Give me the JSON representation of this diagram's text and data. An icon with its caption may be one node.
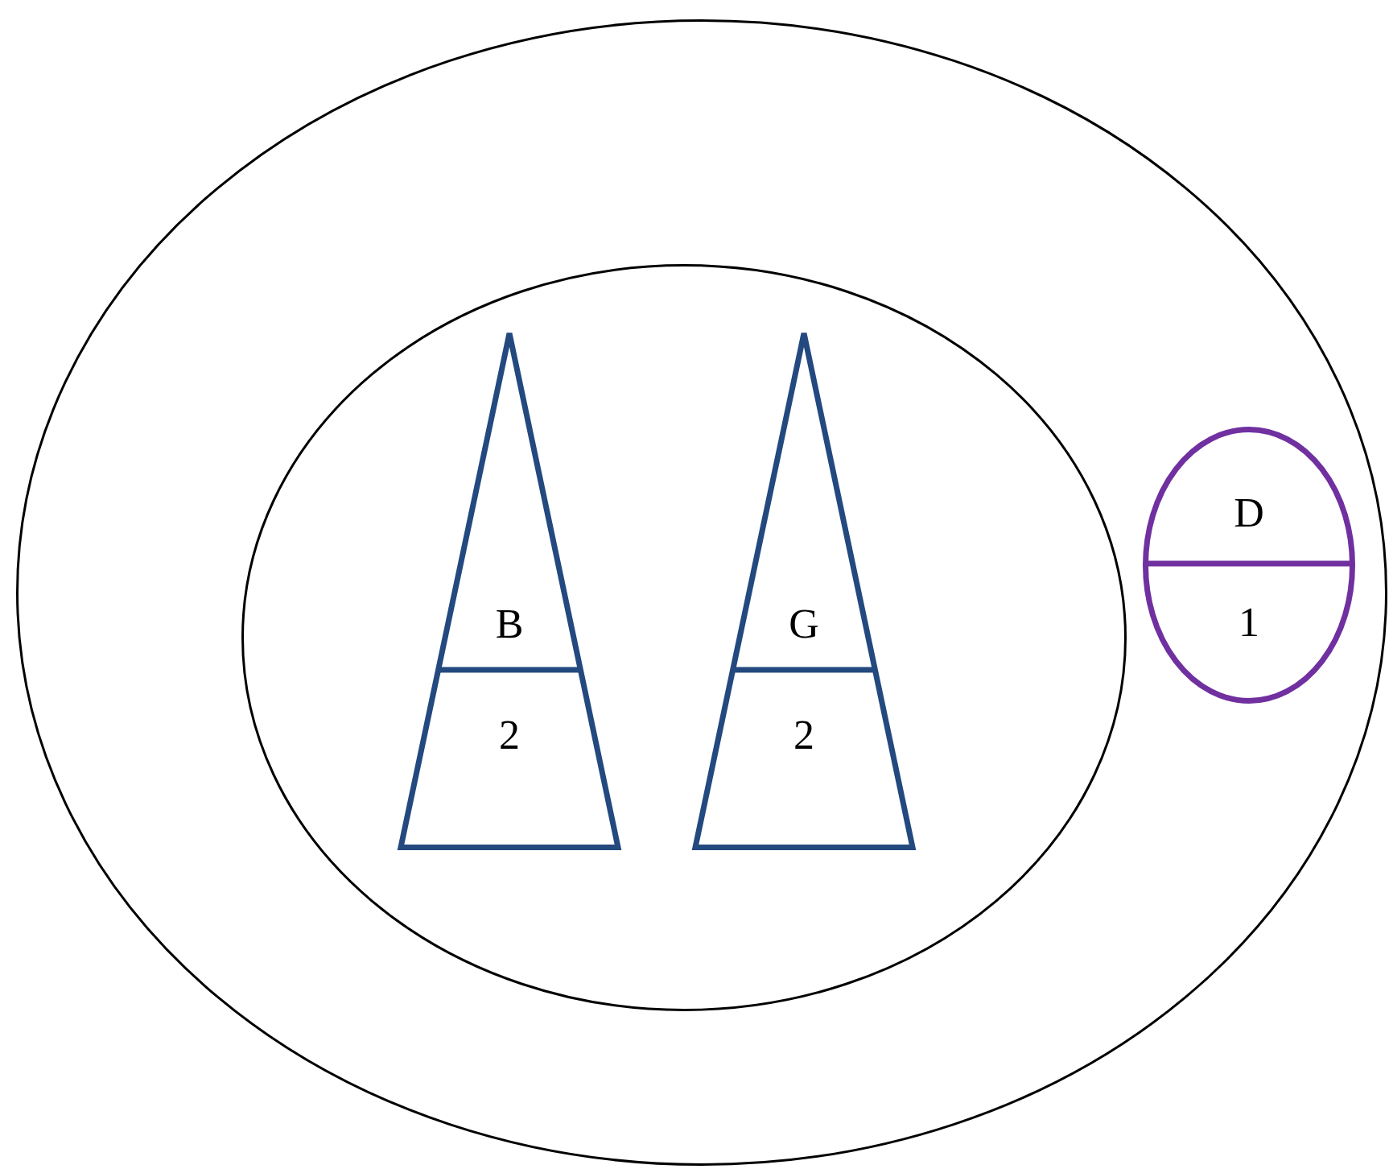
{
  "diagram": {
    "nodes": [
      {
        "text": [],
        "shape": "ellipse"
      },
      {
        "text": [],
        "shape": "ellipse",
        "in": 0
      },
      {
        "text": [
          "B",
          "2"
        ],
        "in": 1
      },
      {
        "text": [
          "G",
          "2"
        ],
        "in": 1
      },
      {
        "text": [
          "D",
          "1"
        ],
        "in": 0
      }
    ]
  }
}
